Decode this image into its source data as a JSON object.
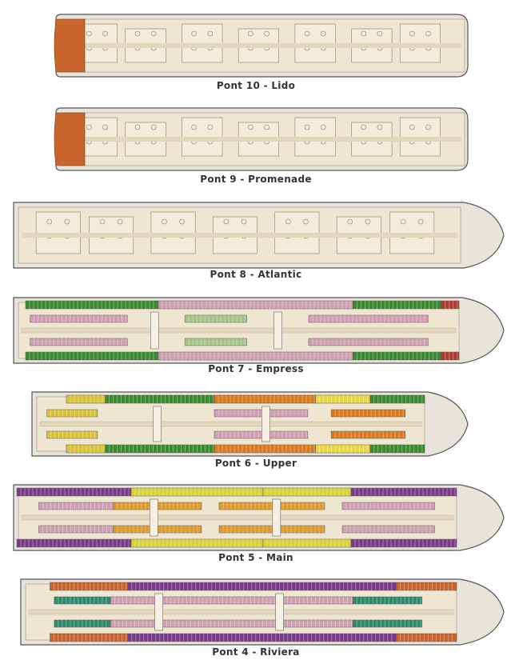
{
  "decks": [
    {
      "id": "lido",
      "label": "Pont 10 - Lido",
      "hull": "aft-open",
      "outer": [],
      "mid": [],
      "outerColor": "#e6e1d6",
      "midColor": "#e6e1d6",
      "aftColor": "#c8642c"
    },
    {
      "id": "promenade",
      "label": "Pont 9 - Promenade",
      "hull": "aft-open",
      "outer": [],
      "mid": [],
      "outerColor": "#e6e1d6",
      "midColor": "#e6e1d6",
      "aftColor": "#c8642c"
    },
    {
      "id": "atlantic",
      "label": "Pont 8 - Atlantic",
      "hull": "full",
      "outer": [],
      "mid": [],
      "outerColor": "#e6e1d6",
      "midColor": "#e6e1d6"
    },
    {
      "id": "empress",
      "label": "Pont 7 - Empress",
      "hull": "full",
      "outer": [
        [
          0.02,
          0.32,
          "#3a8a2e"
        ],
        [
          0.32,
          0.76,
          "#cfa0b4"
        ],
        [
          0.76,
          0.96,
          "#3a8a2e"
        ],
        [
          0.96,
          1.0,
          "#b03a2e"
        ]
      ],
      "mid": [
        [
          0.03,
          0.25,
          "#cfa0b4"
        ],
        [
          0.38,
          0.52,
          "#a8c48a"
        ],
        [
          0.66,
          0.93,
          "#cfa0b4"
        ]
      ],
      "outerColor": "#3a8a2e",
      "midColor": "#cfa0b4"
    },
    {
      "id": "upper",
      "label": "Pont 6 - Upper",
      "hull": "mid",
      "outer": [
        [
          0.08,
          0.18,
          "#d9c23a"
        ],
        [
          0.18,
          0.46,
          "#3a8a2e"
        ],
        [
          0.46,
          0.72,
          "#d97a1e"
        ],
        [
          0.72,
          0.86,
          "#e8d840"
        ],
        [
          0.86,
          1.0,
          "#3a8a2e"
        ]
      ],
      "mid": [
        [
          0.03,
          0.16,
          "#d9c23a"
        ],
        [
          0.46,
          0.7,
          "#cfa0b4"
        ],
        [
          0.76,
          0.95,
          "#d97a1e"
        ]
      ],
      "outerColor": "#3a8a2e",
      "midColor": "#cfa0b4"
    },
    {
      "id": "main",
      "label": "Pont 5 - Main",
      "hull": "full",
      "outer": [
        [
          0.0,
          0.26,
          "#7a3a8a"
        ],
        [
          0.26,
          0.56,
          "#d9d23a"
        ],
        [
          0.56,
          0.76,
          "#d9d23a"
        ],
        [
          0.76,
          1.0,
          "#7a3a8a"
        ]
      ],
      "mid": [
        [
          0.05,
          0.22,
          "#cfa0b4"
        ],
        [
          0.22,
          0.42,
          "#e09a2e"
        ],
        [
          0.46,
          0.7,
          "#e09a2e"
        ],
        [
          0.74,
          0.95,
          "#cfa0b4"
        ]
      ],
      "outerColor": "#7a3a8a",
      "midColor": "#cfa0b4"
    },
    {
      "id": "riviera",
      "label": "Pont 4 - Riviera",
      "hull": "full",
      "outer": [
        [
          0.06,
          0.24,
          "#c8642c"
        ],
        [
          0.24,
          0.86,
          "#7a3a8a"
        ],
        [
          0.86,
          1.0,
          "#c8642c"
        ]
      ],
      "mid": [
        [
          0.07,
          0.2,
          "#2e8a6a"
        ],
        [
          0.2,
          0.6,
          "#cfa0b4"
        ],
        [
          0.6,
          0.76,
          "#cfa0b4"
        ],
        [
          0.76,
          0.92,
          "#2e8a6a"
        ]
      ],
      "outerColor": "#7a3a8a",
      "midColor": "#cfa0b4"
    }
  ]
}
